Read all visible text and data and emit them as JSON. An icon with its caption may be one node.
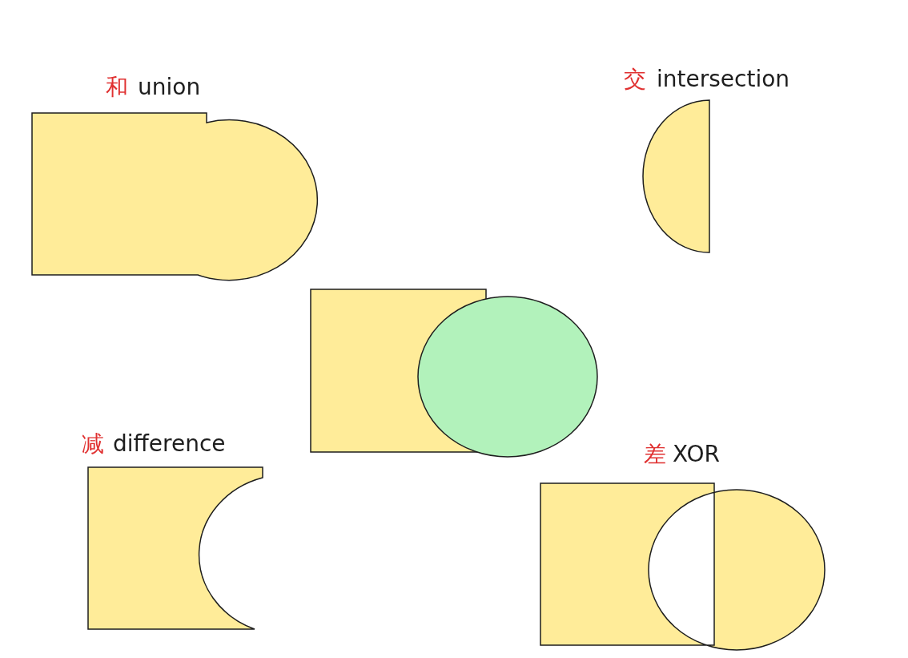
{
  "diagram": {
    "nodes": [
      {
        "text": [
          "和",
          "union"
        ]
      },
      {
        "text": [
          "交",
          "intersection"
        ]
      },
      {
        "text": [],
        "shape": "box"
      },
      {
        "text": [],
        "shape": "circle"
      },
      {
        "text": [
          "减",
          "difference"
        ]
      },
      {
        "text": [
          "差",
          "XOR"
        ]
      }
    ]
  }
}
